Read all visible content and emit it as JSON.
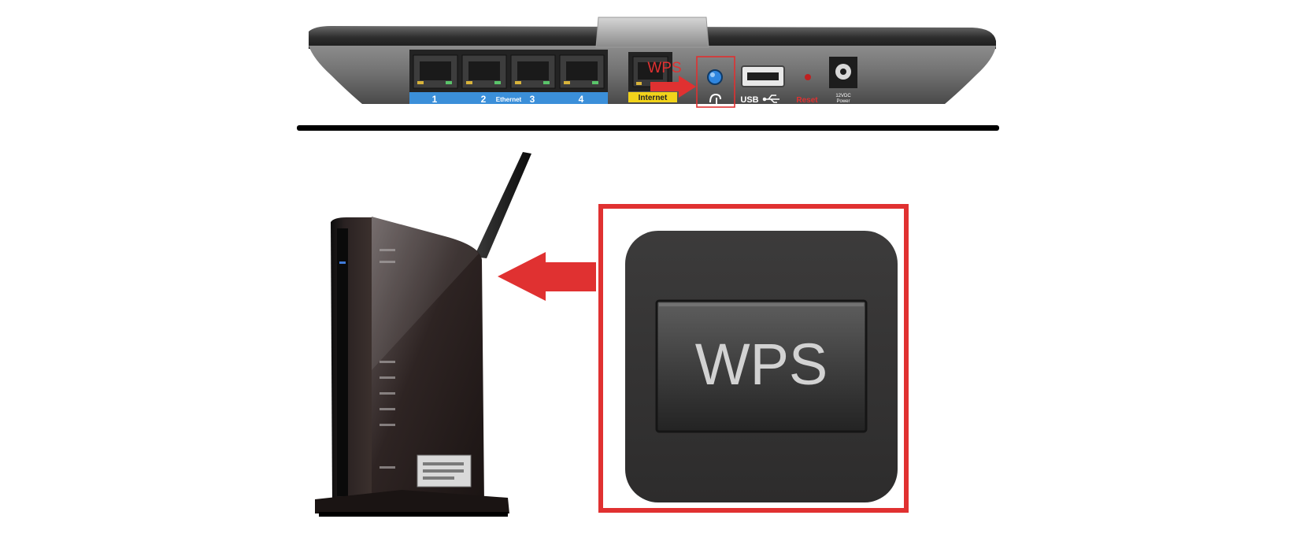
{
  "router_rear_panel": {
    "ethernet_ports": [
      "1",
      "2",
      "3",
      "4"
    ],
    "ethernet_label": "Ethernet",
    "internet_label": "Internet",
    "wps_callout": "WPS",
    "usb_label": "USB",
    "reset_label": "Reset",
    "power_label_line1": "12VDC",
    "power_label_line2": "Power"
  },
  "wps_button_closeup": {
    "label": "WPS"
  },
  "colors": {
    "highlight_red": "#e03131",
    "ethernet_blue": "#3b8fd9",
    "internet_yellow": "#f2d31b",
    "wps_button_blue": "#2f86e0",
    "router_body": "#3a3838",
    "background": "#ffffff"
  }
}
